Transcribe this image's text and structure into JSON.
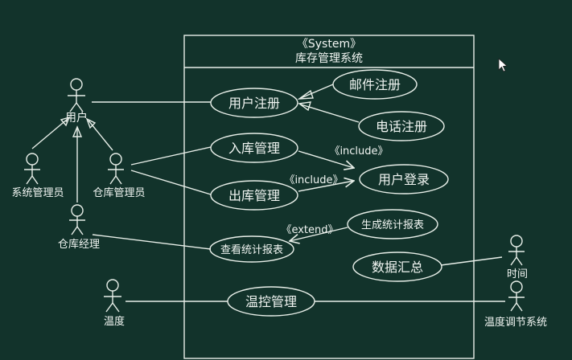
{
  "system": {
    "stereotype": "《System》",
    "name": "库存管理系统"
  },
  "use_cases": [
    {
      "id": "register",
      "label": "用户注册"
    },
    {
      "id": "email_register",
      "label": "邮件注册"
    },
    {
      "id": "phone_register",
      "label": "电话注册"
    },
    {
      "id": "stock_in",
      "label": "入库管理"
    },
    {
      "id": "stock_out",
      "label": "出库管理"
    },
    {
      "id": "login",
      "label": "用户登录"
    },
    {
      "id": "gen_report",
      "label": "生成统计报表"
    },
    {
      "id": "view_report",
      "label": "查看统计报表"
    },
    {
      "id": "summary",
      "label": "数据汇总"
    },
    {
      "id": "temp_control",
      "label": "温控管理"
    }
  ],
  "actors": [
    {
      "id": "user",
      "label": "用户"
    },
    {
      "id": "sysadmin",
      "label": "系统管理员"
    },
    {
      "id": "keeper",
      "label": "仓库管理员"
    },
    {
      "id": "manager",
      "label": "仓库经理"
    },
    {
      "id": "temp",
      "label": "温度"
    },
    {
      "id": "time",
      "label": "时间"
    },
    {
      "id": "tempsys",
      "label": "温度调节系统"
    }
  ],
  "relations": {
    "include_1": "《include》",
    "include_2": "《include》",
    "extend": "《extend》"
  },
  "colors": {
    "background": "#12332b",
    "ink": "#e8efe9"
  }
}
